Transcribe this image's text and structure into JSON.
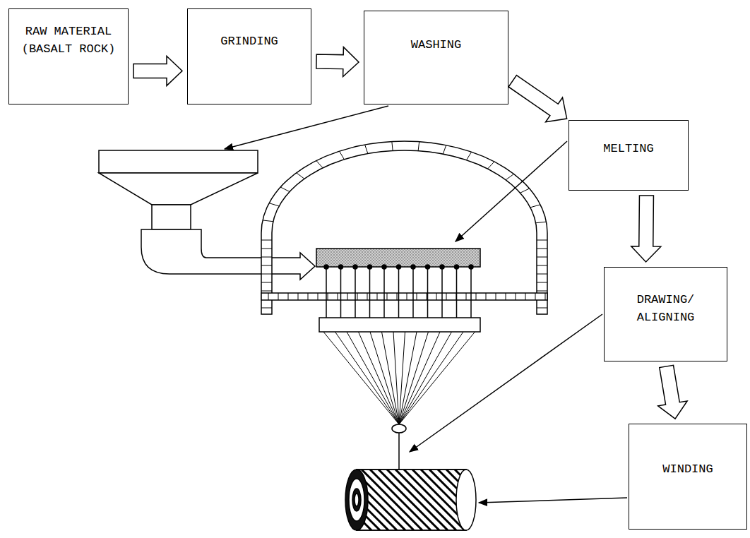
{
  "diagram": {
    "nodes": [
      {
        "text": [
          "RAW MATERIAL (BASALT ROCK)"
        ]
      },
      {
        "text": [
          "GRINDING"
        ]
      },
      {
        "text": [
          "WASHING"
        ]
      },
      {
        "text": [
          "MELTING"
        ]
      },
      {
        "text": [
          "DRAWING/ ALIGNING"
        ]
      },
      {
        "text": [
          "WINDING"
        ]
      }
    ],
    "edges": [
      {
        "from": 0,
        "to": 1,
        "arrow": "to"
      },
      {
        "from": 1,
        "to": 2,
        "arrow": "to"
      },
      {
        "from": 2,
        "to": 3,
        "arrow": "to"
      },
      {
        "from": 3,
        "to": 4,
        "arrow": "to"
      },
      {
        "from": 4,
        "to": 5,
        "arrow": "to"
      }
    ]
  }
}
